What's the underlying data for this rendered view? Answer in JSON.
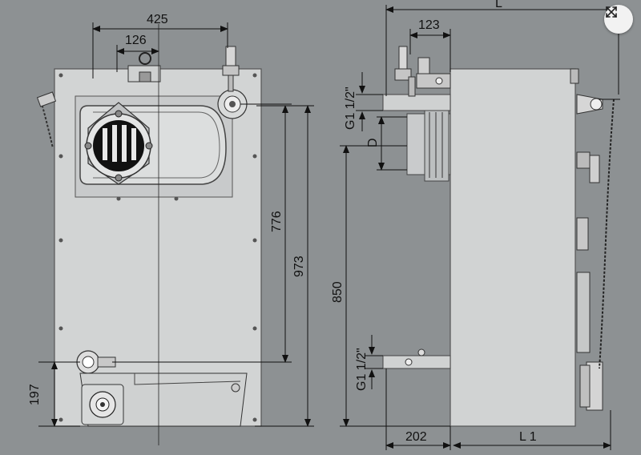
{
  "dimensions": {
    "width_425": "425",
    "offset_126": "126",
    "height_776": "776",
    "height_973": "973",
    "height_197": "197",
    "total_L": "L",
    "offset_123": "123",
    "pipe_top": "G1 1/2\"",
    "diameter": "D",
    "height_850": "850",
    "pipe_bottom": "G1 1/2\"",
    "depth_202": "202",
    "length_L1": "L 1"
  },
  "controls": {
    "expand_icon": "expand-arrows-icon"
  }
}
